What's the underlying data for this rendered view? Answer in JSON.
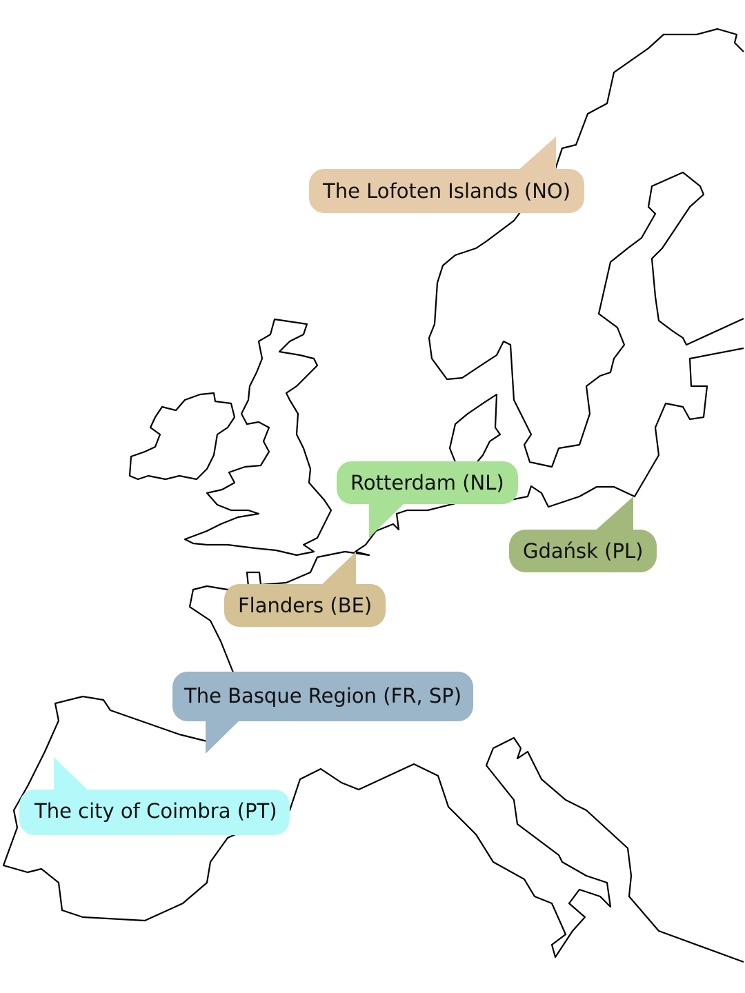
{
  "labels": [
    {
      "id": "lofoten",
      "text": "The Lofoten Islands (NO)",
      "color": "#e6cbab"
    },
    {
      "id": "rotterdam",
      "text": "Rotterdam (NL)",
      "color": "#a8e096"
    },
    {
      "id": "gdansk",
      "text": "Gdańsk (PL)",
      "color": "#a3b97c"
    },
    {
      "id": "flanders",
      "text": "Flanders (BE)",
      "color": "#d4c194"
    },
    {
      "id": "basque",
      "text": "The Basque Region (FR, SP)",
      "color": "#9bb5c9"
    },
    {
      "id": "coimbra",
      "text": "The city of Coimbra (PT)",
      "color": "#b3f9f9"
    }
  ]
}
